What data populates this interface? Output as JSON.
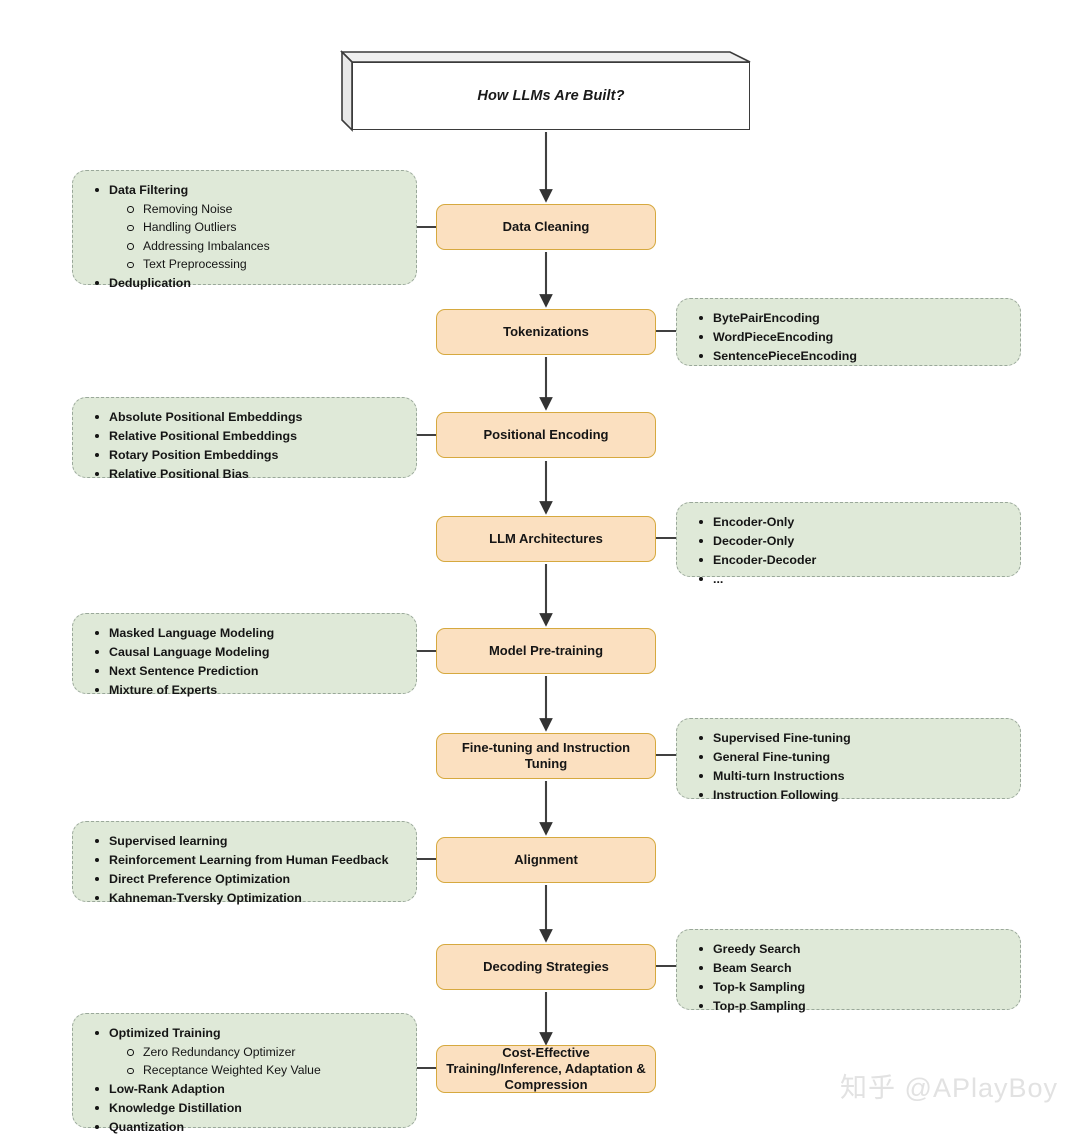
{
  "diagram": {
    "title": "How LLMs Are Built?",
    "colors": {
      "node_fill": "#fbe0c0",
      "node_border": "#d6a93f",
      "note_fill": "#dfe9d8",
      "note_border": "#9aa89a",
      "connector": "#404040",
      "title_border": "#3b3b3b"
    },
    "nodes": [
      {
        "id": "data-cleaning",
        "label": "Data Cleaning"
      },
      {
        "id": "tokenizations",
        "label": "Tokenizations"
      },
      {
        "id": "positional-encoding",
        "label": "Positional Encoding"
      },
      {
        "id": "llm-architectures",
        "label": "LLM Architectures"
      },
      {
        "id": "model-pre-training",
        "label": "Model Pre-training"
      },
      {
        "id": "fine-tuning",
        "label": "Fine-tuning and Instruction Tuning"
      },
      {
        "id": "alignment",
        "label": "Alignment"
      },
      {
        "id": "decoding-strategies",
        "label": "Decoding Strategies"
      },
      {
        "id": "cost-effective",
        "label": "Cost-Effective Training/Inference, Adaptation & Compression"
      }
    ],
    "notes": {
      "data_cleaning": {
        "side": "left",
        "items": [
          {
            "text": "Data Filtering",
            "level": 1
          },
          {
            "text": "Removing Noise",
            "level": 2
          },
          {
            "text": "Handling Outliers",
            "level": 2
          },
          {
            "text": "Addressing Imbalances",
            "level": 2
          },
          {
            "text": "Text Preprocessing",
            "level": 2
          },
          {
            "text": "Deduplication",
            "level": 1
          }
        ]
      },
      "tokenizations": {
        "side": "right",
        "items": [
          {
            "text": "BytePairEncoding",
            "level": 1
          },
          {
            "text": "WordPieceEncoding",
            "level": 1
          },
          {
            "text": "SentencePieceEncoding",
            "level": 1
          }
        ]
      },
      "positional_encoding": {
        "side": "left",
        "items": [
          {
            "text": "Absolute Positional Embeddings",
            "level": 1
          },
          {
            "text": "Relative Positional Embeddings",
            "level": 1
          },
          {
            "text": "Rotary Position Embeddings",
            "level": 1
          },
          {
            "text": "Relative Positional Bias",
            "level": 1
          }
        ]
      },
      "llm_architectures": {
        "side": "right",
        "items": [
          {
            "text": "Encoder-Only",
            "level": 1
          },
          {
            "text": "Decoder-Only",
            "level": 1
          },
          {
            "text": "Encoder-Decoder",
            "level": 1
          },
          {
            "text": "...",
            "level": 1
          }
        ]
      },
      "model_pre_training": {
        "side": "left",
        "items": [
          {
            "text": "Masked Language Modeling",
            "level": 1
          },
          {
            "text": "Causal Language Modeling",
            "level": 1
          },
          {
            "text": "Next Sentence Prediction",
            "level": 1
          },
          {
            "text": "Mixture of Experts",
            "level": 1
          }
        ]
      },
      "fine_tuning": {
        "side": "right",
        "items": [
          {
            "text": "Supervised Fine-tuning",
            "level": 1
          },
          {
            "text": "General Fine-tuning",
            "level": 1
          },
          {
            "text": "Multi-turn Instructions",
            "level": 1
          },
          {
            "text": "Instruction Following",
            "level": 1
          }
        ]
      },
      "alignment": {
        "side": "left",
        "items": [
          {
            "text": "Supervised learning",
            "level": 1
          },
          {
            "text": "Reinforcement Learning from Human Feedback",
            "level": 1
          },
          {
            "text": "Direct Preference Optimization",
            "level": 1
          },
          {
            "text": "Kahneman-Tversky Optimization",
            "level": 1
          }
        ]
      },
      "decoding_strategies": {
        "side": "right",
        "items": [
          {
            "text": "Greedy Search",
            "level": 1
          },
          {
            "text": "Beam Search",
            "level": 1
          },
          {
            "text": "Top-k Sampling",
            "level": 1
          },
          {
            "text": "Top-p Sampling",
            "level": 1
          }
        ]
      },
      "cost_effective": {
        "side": "left",
        "items": [
          {
            "text": "Optimized Training",
            "level": 1
          },
          {
            "text": "Zero Redundancy Optimizer",
            "level": 2
          },
          {
            "text": "Receptance Weighted Key Value",
            "level": 2
          },
          {
            "text": "Low-Rank Adaption",
            "level": 1
          },
          {
            "text": "Knowledge Distillation",
            "level": 1
          },
          {
            "text": "Quantization",
            "level": 1
          }
        ]
      }
    },
    "watermark": "知乎 @APlayBoy"
  }
}
